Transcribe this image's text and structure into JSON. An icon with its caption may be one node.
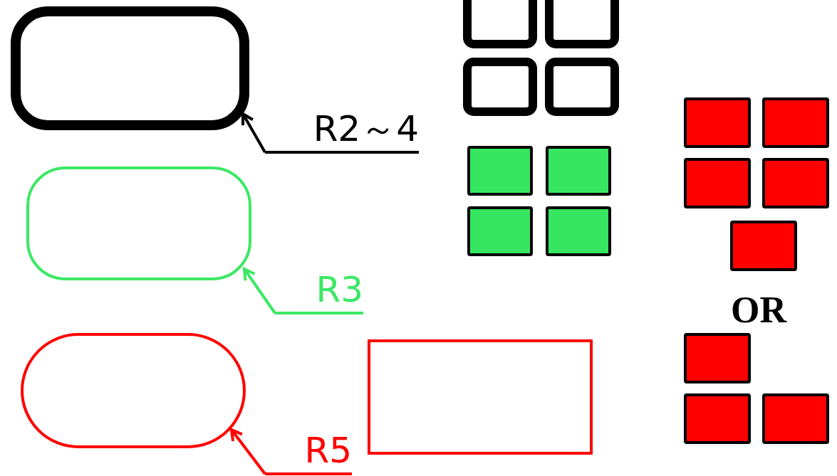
{
  "diagram": {
    "nodes": [
      {
        "text": [],
        "shape": "box"
      },
      {
        "text": [
          "R2～4"
        ]
      },
      {
        "text": [],
        "shape": "box"
      },
      {
        "text": [
          "R3"
        ]
      },
      {
        "text": [],
        "shape": "box"
      },
      {
        "text": [
          "R5"
        ]
      }
    ],
    "edges": [
      {
        "from": 1,
        "to": 0,
        "arrow": "to",
        "color": "#000000"
      },
      {
        "from": 3,
        "to": 2,
        "arrow": "to",
        "color": "#3be864"
      },
      {
        "from": 5,
        "to": 4,
        "arrow": "to",
        "color": "#ff0000"
      }
    ],
    "labels": [
      "OR"
    ]
  }
}
